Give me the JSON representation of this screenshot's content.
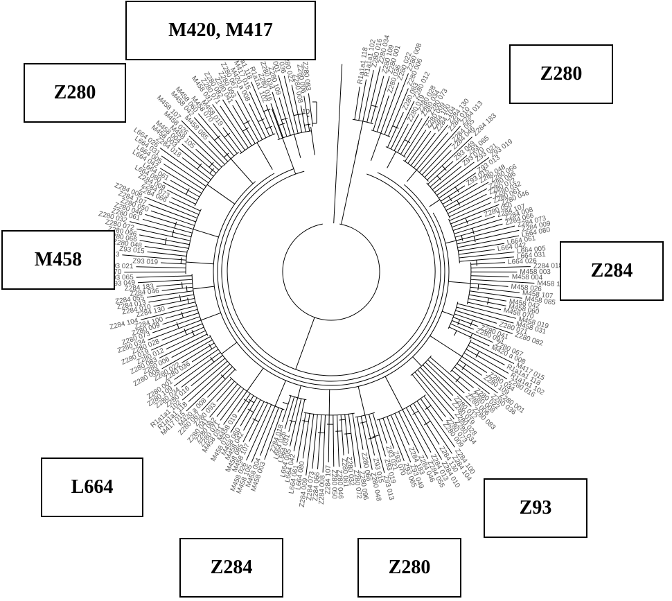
{
  "clusters": {
    "m420_m417": "M420, M417",
    "z280_top_left": "Z280",
    "z280_top_right": "Z280",
    "m458": "M458",
    "z284_right": "Z284",
    "l664": "L664",
    "z93": "Z93",
    "z284_bottom": "Z284",
    "z280_bottom": "Z280"
  },
  "scale_bar": {
    "label": "10"
  },
  "leaf_labels": [
    "R1a1a1 118",
    "R1a1a1 102",
    "Z280 016",
    "Z280 034",
    "Z280 109",
    "Z280 001",
    "Z280 036",
    "Z280 022",
    "Z280 008",
    "Z280 006",
    "Z280 083",
    "Z280 012",
    "Z280 019",
    "Z280 028",
    "Z280 034",
    "Z280 073",
    "Z280 009",
    "Z284 100",
    "Z284 104",
    "Z284 130",
    "Z284 010",
    "Z284 013",
    "Z284 055",
    "Z284 046",
    "Z284 183",
    "Z93 049",
    "Z93 065",
    "Z93 070",
    "Z93 021",
    "Z93 019",
    "Z93 013",
    "Z93 015",
    "Z280 048",
    "Z280 066",
    "Z280 096",
    "Z280 072",
    "Z280 032",
    "Z280 061",
    "Z280 046",
    "Z280 050",
    "Z284 107",
    "Z284 008",
    "Z284 066",
    "Z284 073",
    "Z284 009",
    "L664 080",
    "L664 061",
    "L664 042",
    "L664 005",
    "L664 031",
    "L664 026",
    "Z284 018",
    "M458 003",
    "M458 004",
    "M458 105",
    "M458 026",
    "M458 107",
    "M458 085",
    "M458 042",
    "M458 060",
    "M458 070",
    "M458 019",
    "M458 031",
    "Z280 071",
    "Z280 082",
    "Z280 041",
    "Z280 093",
    "Z280 067",
    "M420 a 008",
    "M417 015"
  ]
}
